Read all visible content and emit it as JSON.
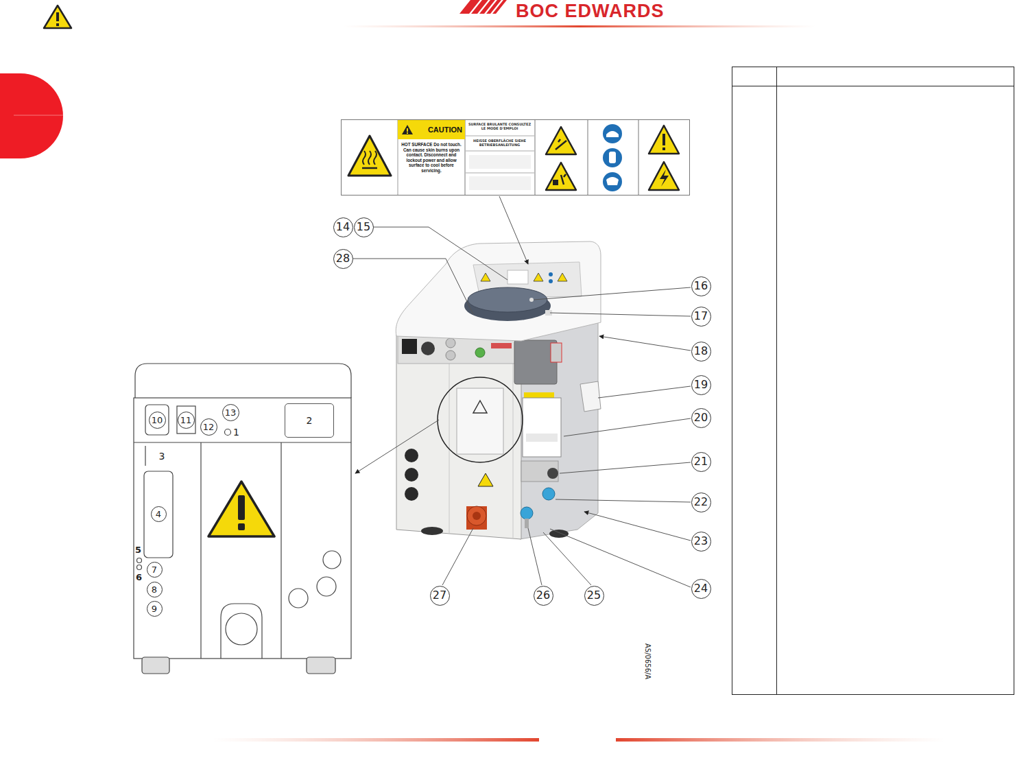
{
  "diagram": {
    "nodes": [
      {
        "text": [
          "CAUTION",
          "HOT SURFACE Do not touch. Can cause skin burns upon contact. Disconnect and lockout power and allow surface to cool before servicing."
        ]
      },
      {
        "text": [
          "14"
        ]
      },
      {
        "text": [
          "15"
        ]
      },
      {
        "text": [
          "28"
        ]
      },
      {
        "text": [
          "16"
        ]
      },
      {
        "text": [
          "17"
        ]
      },
      {
        "text": [
          "18"
        ]
      },
      {
        "text": [
          "19"
        ]
      },
      {
        "text": [
          "20"
        ]
      },
      {
        "text": [
          "21"
        ]
      },
      {
        "text": [
          "22"
        ]
      },
      {
        "text": [
          "23"
        ]
      },
      {
        "text": [
          "24"
        ]
      },
      {
        "text": [
          "27"
        ]
      },
      {
        "text": [
          "26"
        ]
      },
      {
        "text": [
          "25"
        ]
      },
      {
        "text": [
          "10"
        ]
      },
      {
        "text": [
          "11"
        ]
      },
      {
        "text": [
          "13"
        ]
      },
      {
        "text": [
          "12"
        ]
      },
      {
        "text": [
          "2"
        ]
      },
      {
        "text": [
          "3"
        ]
      },
      {
        "text": [
          "4"
        ]
      },
      {
        "text": [
          "7"
        ]
      },
      {
        "text": [
          "8"
        ]
      },
      {
        "text": [
          "9"
        ]
      }
    ],
    "labels": [
      "BOC EDWARDS",
      "SURFACE BRULANTE CONSULTEZ LE MODE D'EMPLOI",
      "HEISSE OBERFLÄCHE SIEHE BETRIEBSANLEITUNG",
      "1",
      "5",
      "6",
      "AS/0656/A"
    ]
  }
}
